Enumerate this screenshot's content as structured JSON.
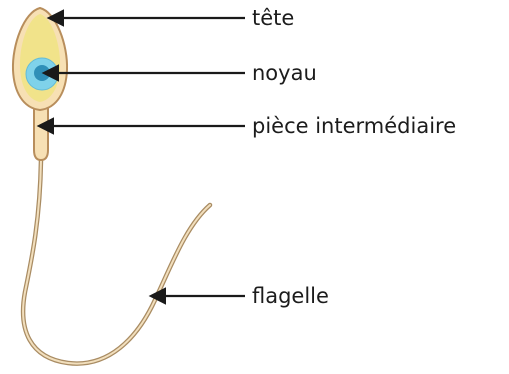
{
  "labels": {
    "head": "tête",
    "nucleus": "noyau",
    "midpiece": "pièce intermédiaire",
    "flagellum": "flagelle"
  },
  "colors": {
    "cell_fill": "#f7e0b4",
    "cell_outline": "#b88e5c",
    "head_fill": "#f1e38a",
    "nucleus_outer": "#7fd2ea",
    "nucleus_inner": "#2f8fb8",
    "flagellum": "#a98c63",
    "arrow": "#1a1a1a"
  }
}
